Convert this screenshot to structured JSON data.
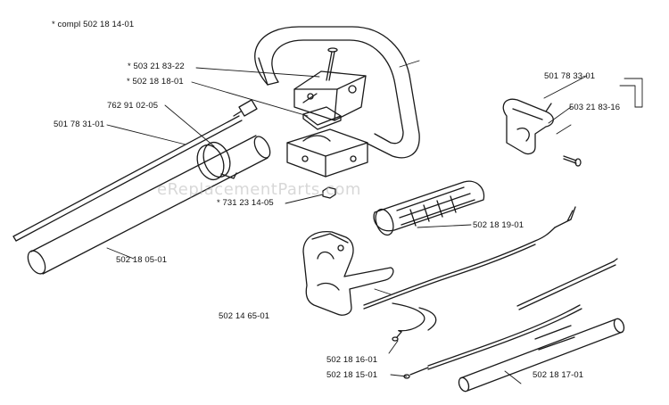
{
  "labels": {
    "compl": "* compl 502 18 14-01",
    "l503_21_83_22": "* 503 21 83-22",
    "l502_18_18_01": "* 502 18 18-01",
    "l762_91_02_05": "762 91 02-05",
    "l501_78_31_01": "501 78 31-01",
    "l731_23_14_05": "* 731 23 14-05",
    "l502_18_05_01": "502 18 05-01",
    "l502_18_19_01": "502 18 19-01",
    "l502_14_65_01": "502 14 65-01",
    "l502_18_16_01": "502 18 16-01",
    "l502_18_15_01": "502 18 15-01",
    "l502_18_17_01": "502 18 17-01",
    "l501_78_33_01": "501 78 33-01",
    "l503_21_83_16": "503 21 83-16"
  },
  "watermark": "eReplacementParts.com",
  "colors": {
    "ink": "#1a1a1a",
    "shade": "#555555",
    "paper": "#ffffff"
  }
}
